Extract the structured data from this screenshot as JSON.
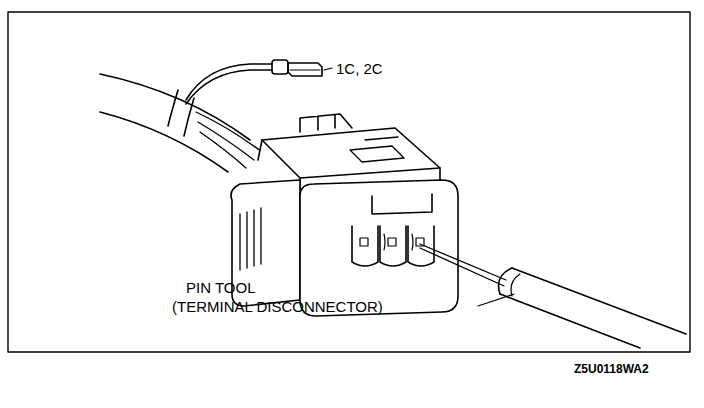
{
  "diagram": {
    "labels": [
      "1C, 2C",
      "PIN TOOL",
      "(TERMINAL DISCONNECTOR)",
      "Z5U0118WA2"
    ]
  }
}
